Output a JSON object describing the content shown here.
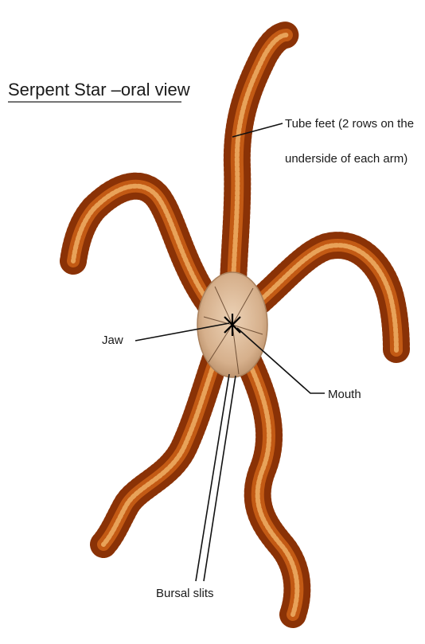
{
  "title": "Serpent Star –oral view",
  "labels": {
    "tube_feet_line1": "Tube feet (2 rows on the",
    "tube_feet_line2": "underside of each arm)",
    "jaw": "Jaw",
    "mouth": "Mouth",
    "bursal_slits": "Bursal slits"
  },
  "colors": {
    "arm_dark": "#8a3206",
    "arm_mid": "#c35a14",
    "arm_light": "#e8a259",
    "disc": "#d9b896",
    "disc_edge": "#a9805c",
    "text": "#1a1a1a"
  }
}
